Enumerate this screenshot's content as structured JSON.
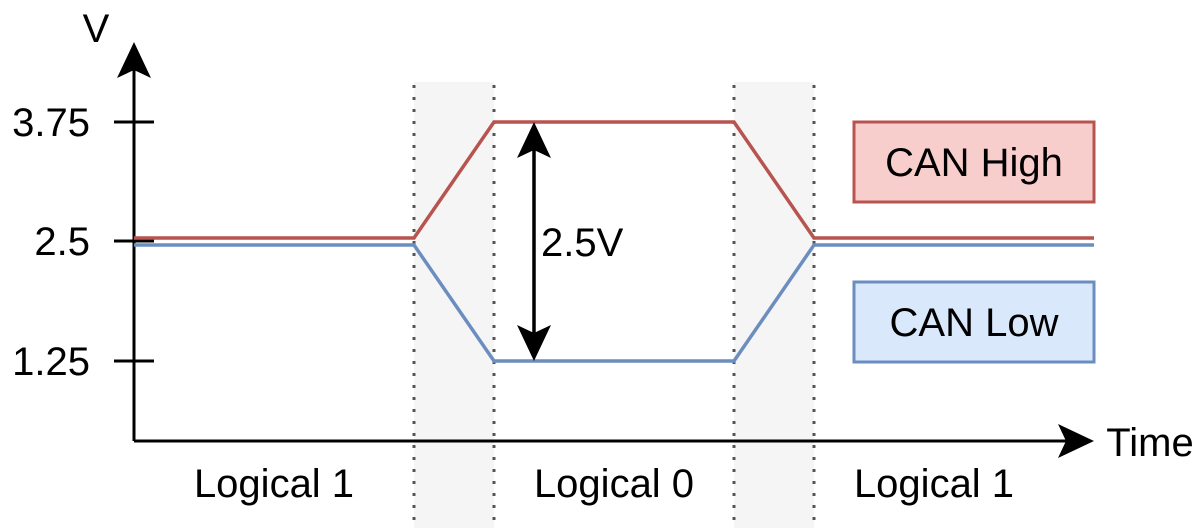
{
  "axes": {
    "y_label": "V",
    "x_label": "Time",
    "ticks": [
      "3.75",
      "2.5",
      "1.25"
    ]
  },
  "annotation": {
    "difference_label": "2.5V"
  },
  "regions": [
    "Logical 1",
    "Logical 0",
    "Logical 1"
  ],
  "legend": {
    "high": "CAN High",
    "low": "CAN Low"
  },
  "signal_levels": {
    "recessive": 2.5,
    "dominant_high": 3.75,
    "dominant_low": 1.25
  },
  "colors": {
    "can_high_stroke": "#b85450",
    "can_high_fill": "#f8cecc",
    "can_low_stroke": "#6c8ebf",
    "can_low_fill": "#dae8fc",
    "transition_shade": "#f5f5f5",
    "axis": "#000000",
    "divider": "#555555"
  }
}
